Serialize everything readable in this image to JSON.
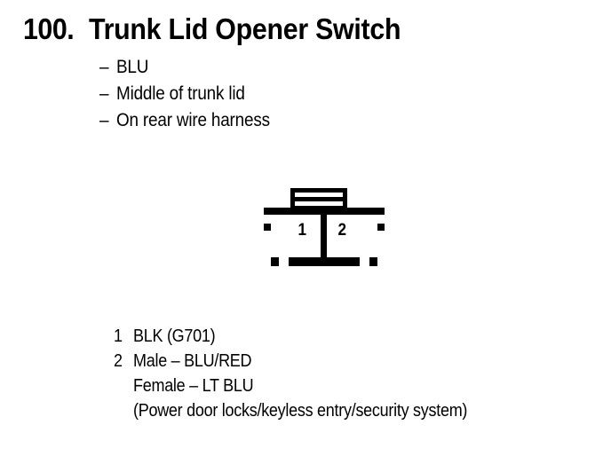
{
  "page": {
    "background_color": "#ffffff",
    "ink_color": "#000000"
  },
  "header": {
    "number": "100.",
    "title": "Trunk Lid Opener Switch"
  },
  "attributes": {
    "dash": "–",
    "items": [
      "BLU",
      "Middle of trunk lid",
      "On rear wire harness"
    ]
  },
  "connector": {
    "name": "2-pin-connector",
    "pins": [
      {
        "number": "1"
      },
      {
        "number": "2"
      }
    ]
  },
  "legend": {
    "rows": [
      {
        "number": "1",
        "label": "BLK (G701)"
      },
      {
        "number": "2",
        "label": "Male – BLU/RED"
      },
      {
        "number": "",
        "label": "Female – LT BLU"
      },
      {
        "number": "",
        "label": "(Power door locks/keyless entry/security system)"
      }
    ]
  }
}
